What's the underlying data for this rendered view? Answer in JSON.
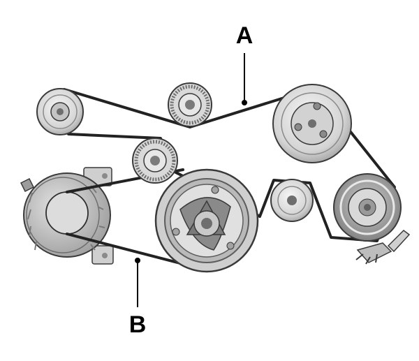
{
  "callouts": {
    "a": {
      "label": "A",
      "target": "upper-accessory-belt"
    },
    "b": {
      "label": "B",
      "target": "lower-alternator-belt"
    }
  },
  "colors": {
    "metal_light": "#e6e6e6",
    "metal_mid": "#bdbdbd",
    "metal_dark": "#8a8a8a",
    "outline": "#3a3a3a",
    "belt": "#222222"
  }
}
